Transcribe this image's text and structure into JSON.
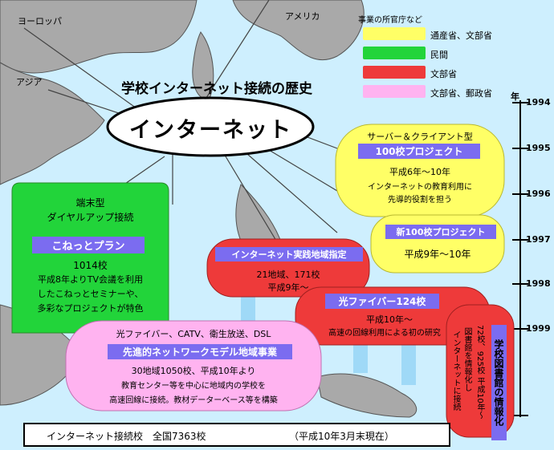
{
  "title": "学校インターネット接続の歴史",
  "center": "インターネット",
  "map_labels": {
    "europe": "ヨーロッパ",
    "america": "アメリカ",
    "asia": "アジア"
  },
  "legend": {
    "heading": "事業の所官庁など",
    "items": [
      {
        "label": "通産省、文部省",
        "color": "#ffff66"
      },
      {
        "label": "民間",
        "color": "#22d43a"
      },
      {
        "label": "文部省",
        "color": "#ee3a3a"
      },
      {
        "label": "文部省、郵政省",
        "color": "#ffb3f0"
      }
    ]
  },
  "timeline": {
    "unit": "年",
    "years": [
      "1994",
      "1995",
      "1996",
      "1997",
      "1998",
      "1999"
    ]
  },
  "konetto": {
    "line1": "端末型",
    "line2": "ダイヤルアップ接続",
    "name": "こねっとプラン",
    "count": "1014校",
    "desc1": "平成8年よりTV会議を利用",
    "desc2": "したこねっとセミナーや、",
    "desc3": "多彩なプロジェクトが特色"
  },
  "project100": {
    "type": "サーバー＆クライアント型",
    "name": "100校プロジェクト",
    "period": "平成6年～10年",
    "desc1": "インターネットの教育利用に",
    "desc2": "先導的役割を担う"
  },
  "new100": {
    "name": "新100校プロジェクト",
    "period": "平成9年～10年"
  },
  "jissen": {
    "name": "インターネット実践地域指定",
    "count": "21地域、171校",
    "period": "平成9年～"
  },
  "fiber": {
    "name": "光ファイバー124校",
    "period": "平成10年～",
    "desc": "高速の回線利用による初の研究"
  },
  "senshin": {
    "top": "光ファイバー、CATV、衛生放送、DSL",
    "name": "先進的ネットワークモデル地域事業",
    "count": "30地域1050校、平成10年より",
    "desc1": "教育センター等を中心に地域内の学校を",
    "desc2": "高速回線に接続。教材データーベース等を構築"
  },
  "library": {
    "name": "学校図書館の情報化",
    "col1": "72校、925校 平成10年～",
    "col2": "図書館を情報化し",
    "col3": "インターネットに接続"
  },
  "footer": {
    "total": "インターネット接続校　全国7363校",
    "date": "（平成10年3月末現在）"
  }
}
